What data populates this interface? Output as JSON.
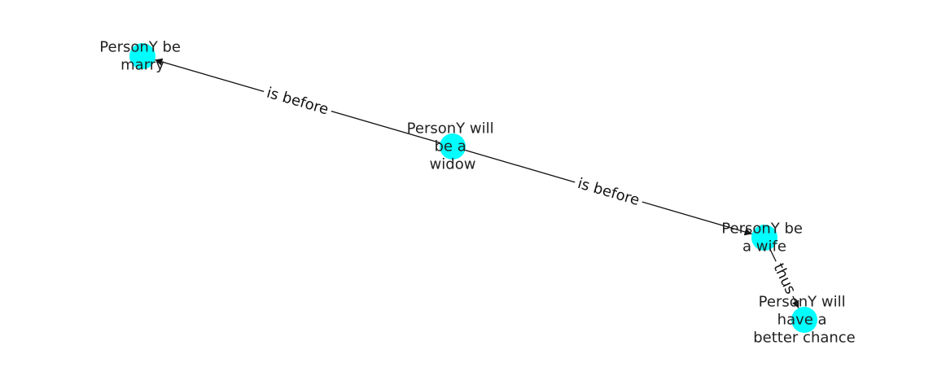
{
  "diagram": {
    "nodes": [
      {
        "id": "marry",
        "lines": [
          "PersonY be",
          "marry"
        ]
      },
      {
        "id": "widow",
        "lines": [
          "PersonY will",
          "be a",
          "widow"
        ]
      },
      {
        "id": "wife",
        "lines": [
          "PersonY be",
          "a wife"
        ]
      },
      {
        "id": "chance",
        "lines": [
          "PersonY will",
          "have a",
          "better chance"
        ]
      }
    ],
    "edges": [
      {
        "from": "widow",
        "to": "marry",
        "label": "is before"
      },
      {
        "from": "widow",
        "to": "wife",
        "label": "is before"
      },
      {
        "from": "wife",
        "to": "chance",
        "label": "thus"
      }
    ],
    "colors": {
      "node": "#00ffff",
      "edge": "#111111",
      "text": "#222222"
    }
  }
}
